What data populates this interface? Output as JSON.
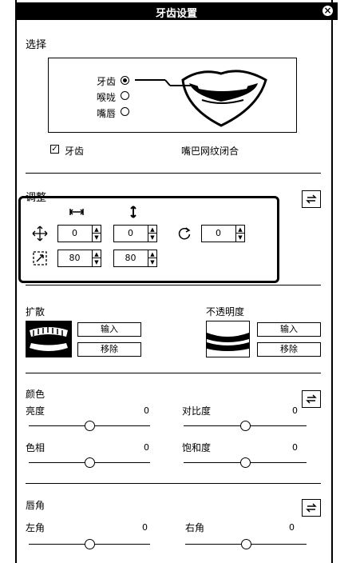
{
  "window": {
    "title": "牙齿设置"
  },
  "select": {
    "heading": "选择",
    "options": [
      {
        "label": "牙齿",
        "checked": true
      },
      {
        "label": "喉咙",
        "checked": false
      },
      {
        "label": "嘴唇",
        "checked": false
      }
    ],
    "checkbox_teeth": "牙齿",
    "checkbox_mouth": "嘴巴网纹闭合"
  },
  "adjust": {
    "heading": "调整",
    "move_x": "0",
    "move_y": "0",
    "rotate": "0",
    "scale_x": "80",
    "scale_y": "80"
  },
  "spread": {
    "heading": "扩散",
    "input": "输入",
    "remove": "移除"
  },
  "opacity": {
    "heading": "不透明度",
    "input": "输入",
    "remove": "移除"
  },
  "color": {
    "heading": "颜色",
    "brightness": {
      "label": "亮度",
      "value": "0",
      "level": 0.5
    },
    "contrast": {
      "label": "对比度",
      "value": "0",
      "level": 0.5
    },
    "hue": {
      "label": "色相",
      "value": "0",
      "level": 0.5
    },
    "saturation": {
      "label": "饱和度",
      "value": "0",
      "level": 0.5
    }
  },
  "lip_corner": {
    "heading": "唇角",
    "left": {
      "label": "左角",
      "value": "0",
      "level": 0.5
    },
    "right": {
      "label": "右角",
      "value": "0",
      "level": 0.5
    }
  }
}
